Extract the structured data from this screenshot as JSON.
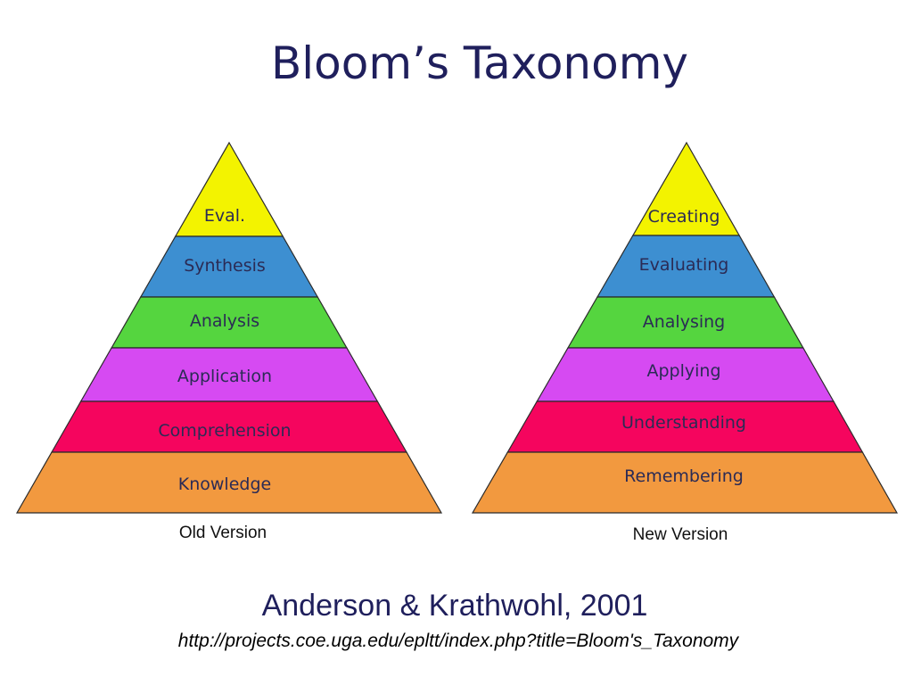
{
  "title": "Bloom’s Taxonomy",
  "pyramids": [
    {
      "caption": "Old Version",
      "tiers": [
        {
          "label": "Eval.",
          "color": "#f3f300"
        },
        {
          "label": "Synthesis",
          "color": "#3d8fd1"
        },
        {
          "label": "Analysis",
          "color": "#55d53f"
        },
        {
          "label": "Application",
          "color": "#d64af2"
        },
        {
          "label": "Comprehension",
          "color": "#f5055e"
        },
        {
          "label": "Knowledge",
          "color": "#f2993f"
        }
      ]
    },
    {
      "caption": "New Version",
      "tiers": [
        {
          "label": "Creating",
          "color": "#f3f300"
        },
        {
          "label": "Evaluating",
          "color": "#3d8fd1"
        },
        {
          "label": "Analysing",
          "color": "#55d53f"
        },
        {
          "label": "Applying",
          "color": "#d64af2"
        },
        {
          "label": "Understanding",
          "color": "#f5055e"
        },
        {
          "label": "Remembering",
          "color": "#f2993f"
        }
      ]
    }
  ],
  "citation": "Anderson & Krathwohl, 2001",
  "source_url": "http://projects.coe.uga.edu/epltt/index.php?title=Bloom's_Taxonomy"
}
